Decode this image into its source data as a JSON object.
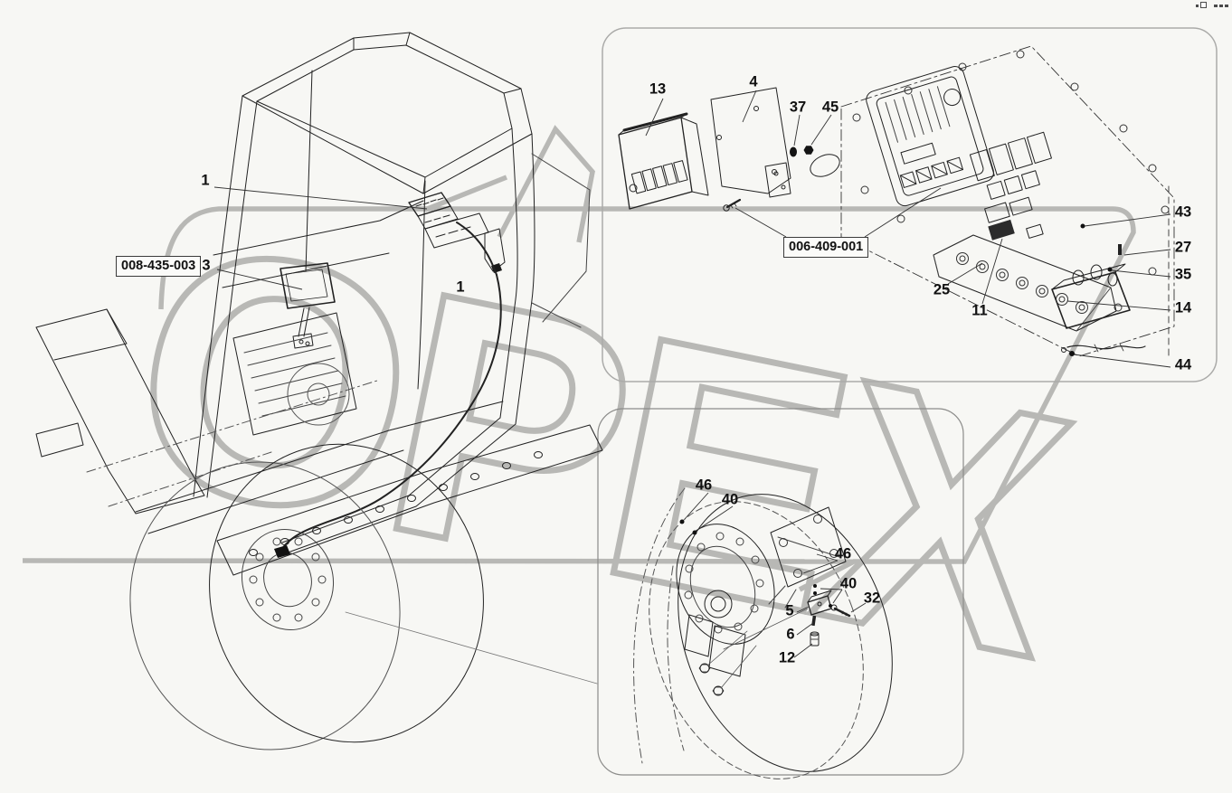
{
  "colors": {
    "background": "#f7f7f4",
    "line": "#222222",
    "watermark": "#a9a9a6",
    "panel_border_top": "#ababa9",
    "panel_border_bottom": "#8c8c8a",
    "label_border": "#3a3a3a",
    "callout_text": "#111111"
  },
  "watermark": {
    "text": "OPEX"
  },
  "corner_icons": [
    {
      "name": "mini-square-icon"
    },
    {
      "name": "small-square-outline-icon"
    },
    {
      "name": "dot-square-icon"
    },
    {
      "name": "dot-square-icon"
    },
    {
      "name": "dot-square-icon"
    }
  ],
  "part_number_labels": [
    {
      "text": "008-435-003"
    },
    {
      "text": "006-409-001"
    }
  ],
  "callouts": [
    {
      "text": "1"
    },
    {
      "text": "3"
    },
    {
      "text": "1"
    },
    {
      "text": "13"
    },
    {
      "text": "4"
    },
    {
      "text": "37"
    },
    {
      "text": "45"
    },
    {
      "text": "43"
    },
    {
      "text": "27"
    },
    {
      "text": "35"
    },
    {
      "text": "14"
    },
    {
      "text": "25"
    },
    {
      "text": "11"
    },
    {
      "text": "44"
    },
    {
      "text": "46"
    },
    {
      "text": "40"
    },
    {
      "text": "46"
    },
    {
      "text": "40"
    },
    {
      "text": "32"
    },
    {
      "text": "5"
    },
    {
      "text": "6"
    },
    {
      "text": "12"
    }
  ]
}
